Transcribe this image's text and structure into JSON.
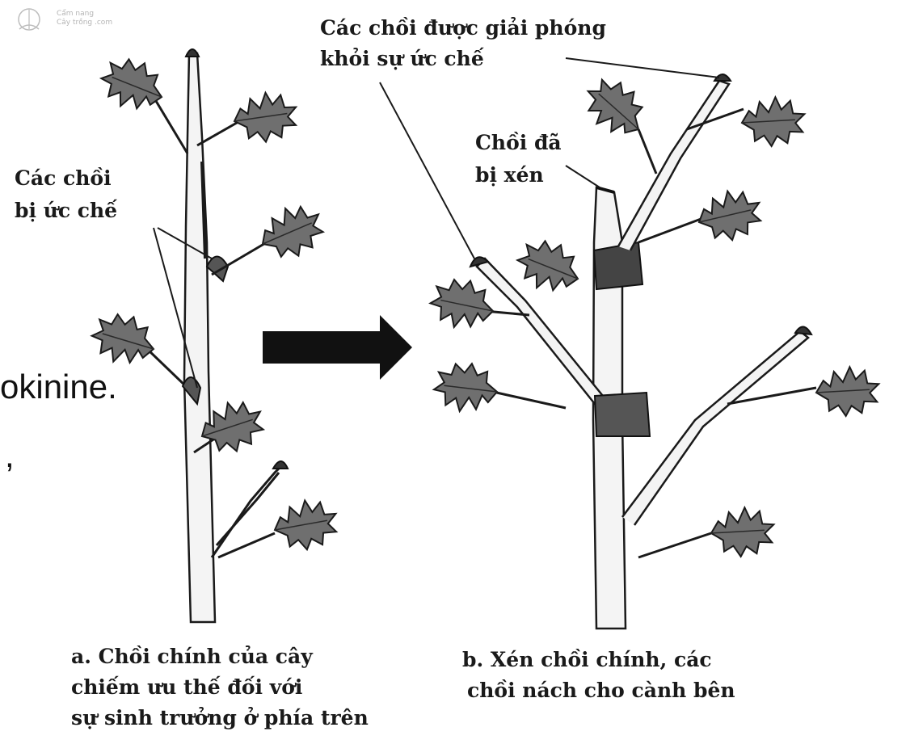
{
  "watermark": {
    "line1": "Cẩm nang",
    "line2": "Cây trồng .com"
  },
  "labels": {
    "released_line1": "Các chồi được giải phóng",
    "released_line2": "khỏi sự ức chế",
    "cut_line1": "Chồi đã",
    "cut_line2": "bị xén",
    "inhibited_line1": "Các chồi",
    "inhibited_line2": "bị ức chế"
  },
  "captions": {
    "a_line1": "a. Chồi chính của cây",
    "a_line2": "chiếm ưu thế đối với",
    "a_line3": "sự sinh trưởng ở phía trên",
    "b_line1": "b. Xén chồi chính, các",
    "b_line2": "chồi nách cho cành bên"
  },
  "background_fragments": {
    "text1": "okinine.",
    "text2": ","
  },
  "colors": {
    "ink": "#1a1a1a",
    "leaf": "#6f6f6f",
    "stem": "#f4f4f4"
  }
}
